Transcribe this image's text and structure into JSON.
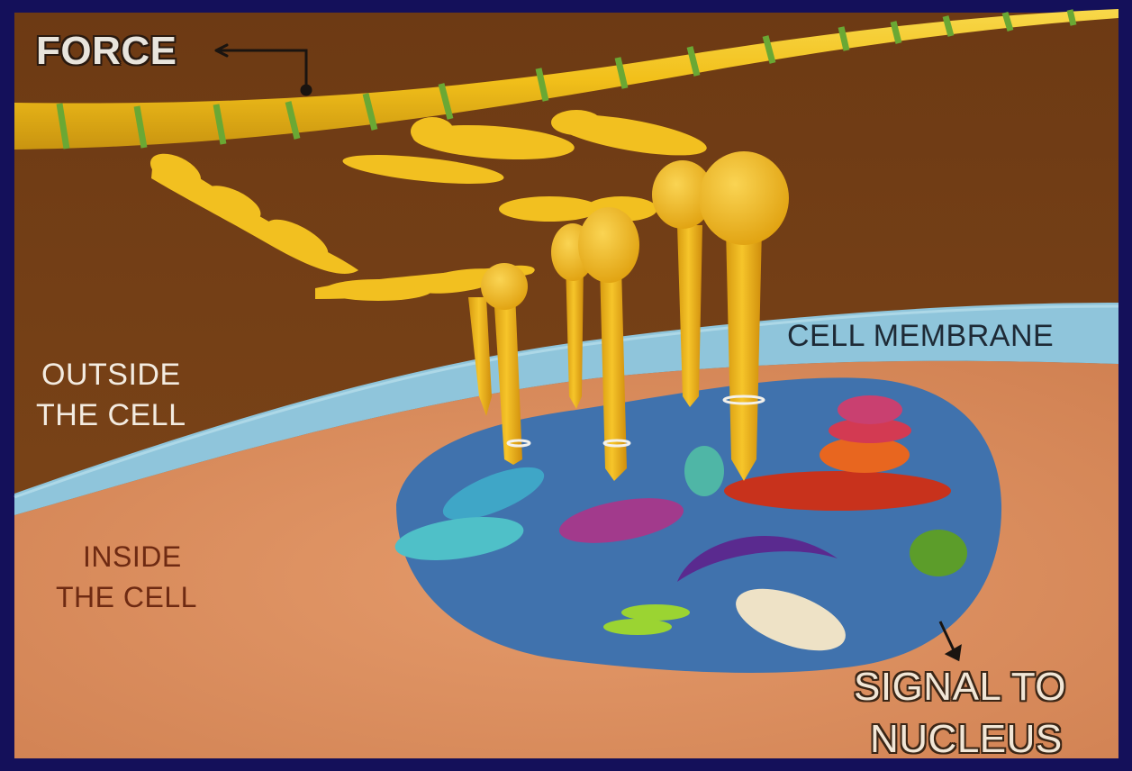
{
  "labels": {
    "force": "FORCE",
    "outside_line1": "OUTSIDE",
    "outside_line2": "THE CELL",
    "inside_line1": "INSIDE",
    "inside_line2": "THE CELL",
    "cell_membrane": "CELL MEMBRANE",
    "signal_line1": "SIGNAL TO",
    "signal_line2": "NUCLEUS"
  },
  "colors": {
    "frame": "#14105a",
    "outside": "#7a4418",
    "inside": "#d88b5c",
    "membrane": "#8cc3d9",
    "cytoplasm": "#3d6ea8",
    "fiber": "#f2c01a",
    "fiber_band": "#6aa834",
    "receptor": "#f0b417",
    "inside_text": "#6e2a12"
  },
  "icons": {
    "force_arrow": "arrow-left-icon",
    "signal_arrow": "arrow-down-right-icon"
  }
}
